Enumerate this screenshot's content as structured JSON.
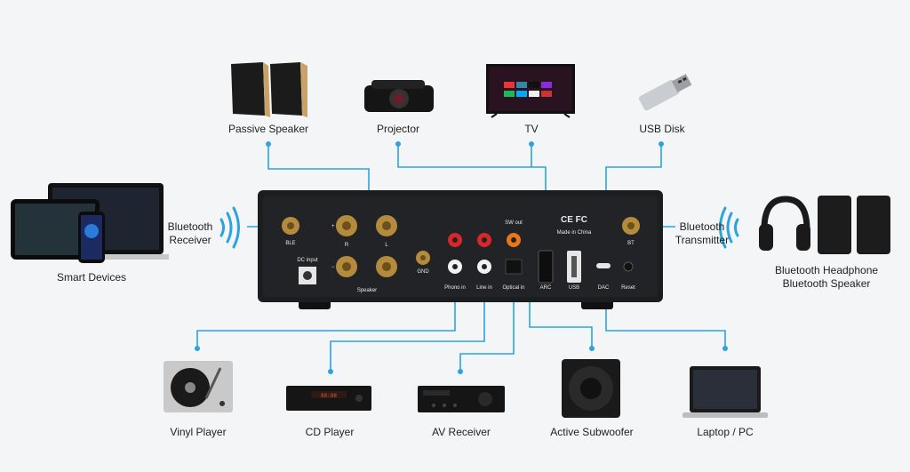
{
  "colors": {
    "wire": "#2aa3e0",
    "amp": "#1c1d1f",
    "gold": "#b48a3c",
    "red": "#d8262b",
    "orange": "#e8761a"
  },
  "devices_top": [
    {
      "name": "passive-speaker",
      "label": "Passive Speaker"
    },
    {
      "name": "projector",
      "label": "Projector"
    },
    {
      "name": "tv",
      "label": "TV"
    },
    {
      "name": "usb-disk",
      "label": "USB Disk"
    }
  ],
  "devices_bottom": [
    {
      "name": "vinyl-player",
      "label": "Vinyl Player"
    },
    {
      "name": "cd-player",
      "label": "CD Player"
    },
    {
      "name": "av-receiver",
      "label": "AV Receiver"
    },
    {
      "name": "active-subwoofer",
      "label": "Active Subwoofer"
    },
    {
      "name": "laptop-pc",
      "label": "Laptop / PC"
    }
  ],
  "smart_devices": {
    "label": "Smart Devices"
  },
  "bt_receiver": {
    "line1": "Bluetooth",
    "line2": "Receiver"
  },
  "bt_transmitter": {
    "line1": "Bluetooth",
    "line2": "Transmitter"
  },
  "bt_headphone": {
    "line1": "Bluetooth Headphone",
    "line2": "Bluetooth Speaker"
  },
  "panel": {
    "ble": "BLE",
    "bt": "BT",
    "dc_input": "DC input",
    "speaker": "Speaker",
    "r": "R",
    "l": "L",
    "plus": "+",
    "minus": "−",
    "gnd": "GND",
    "phono_in": "Phono in",
    "line_in": "Line in",
    "optical_in": "Optical in",
    "sw_out": "SW out",
    "arc": "ARC",
    "usb": "USB",
    "dac": "DAC",
    "reset": "Reset",
    "made_in": "Made in China",
    "certs": "CE FC"
  }
}
